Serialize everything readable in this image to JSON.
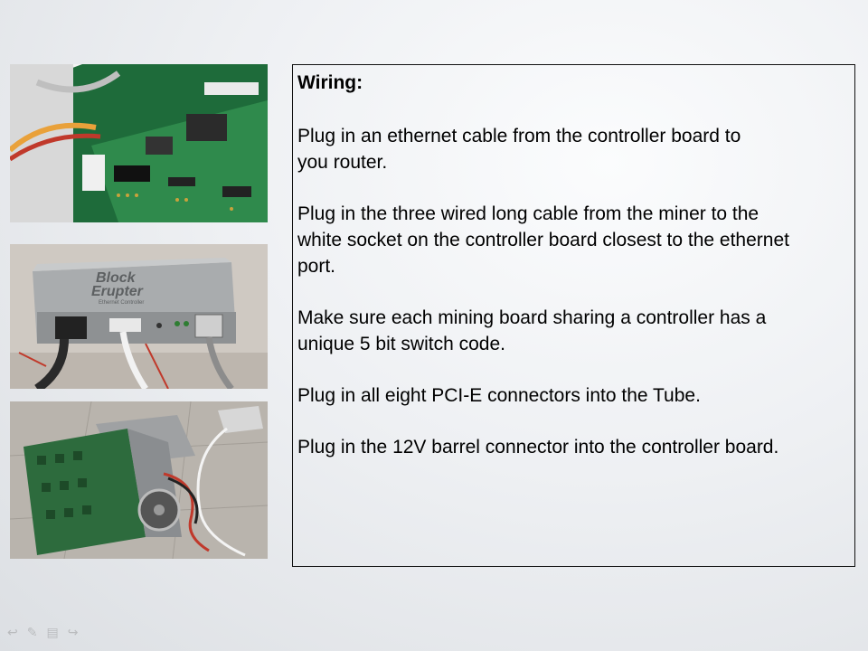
{
  "slide": {
    "heading": "Wiring:",
    "paragraphs": [
      [
        "Plug in an ethernet cable from the controller board to",
        "you router."
      ],
      [
        "Plug in the three wired long cable from the miner to the",
        "white socket on the controller board closest to the ethernet",
        "port."
      ],
      [
        "Make sure each mining board sharing a controller has a",
        "unique 5 bit switch code."
      ],
      [
        "Plug in all eight PCI-E connectors into the Tube."
      ],
      [
        "Plug in the 12V barrel connector into the controller board."
      ]
    ]
  },
  "photos": {
    "controller_label_line1": "Block",
    "controller_label_line2": "Erupter",
    "controller_label_line3": "Ethernet Controller"
  },
  "controls": {
    "icons": [
      "arrow-left-icon",
      "pen-icon",
      "menu-icon",
      "arrow-right-icon"
    ]
  }
}
